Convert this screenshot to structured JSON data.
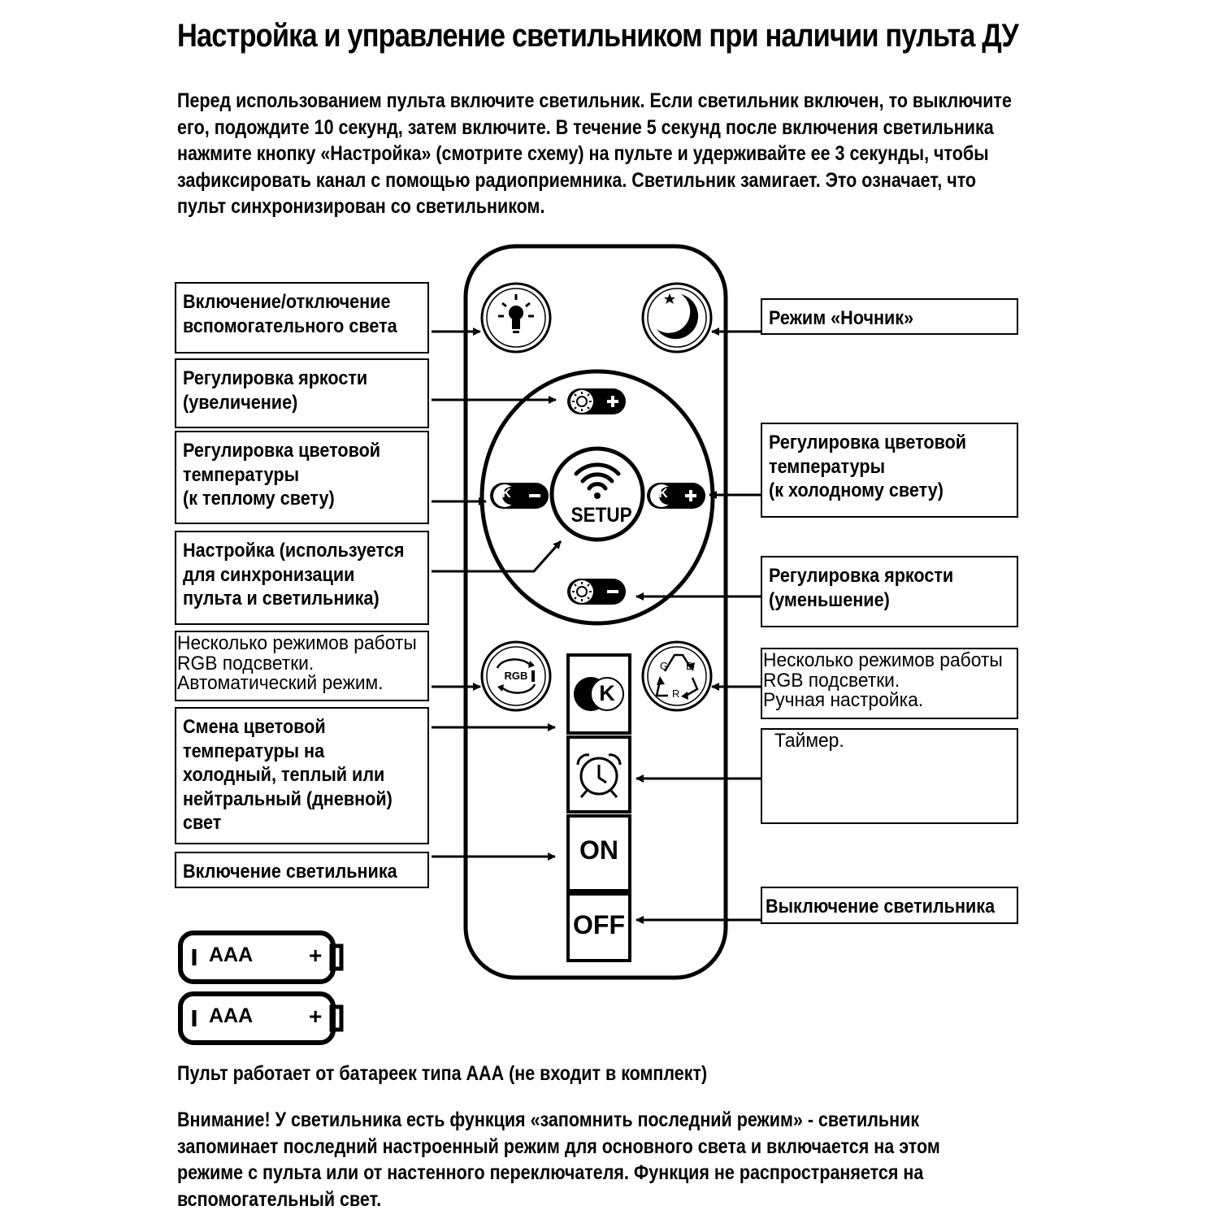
{
  "title": "Настройка и управление светильником при наличии пульта ДУ",
  "intro": [
    "Перед использованием пульта включите светильник. Если светильник включен, то выключите",
    "его, подождите 10 секунд, затем включите. В течение 5 секунд после включения светильника",
    "нажмите кнопку «Настройка» (смотрите схему) на пульте и удерживайте ее 3 секунды, чтобы",
    "зафиксировать канал с помощью радиоприемника. Светильник замигает. Это означает, что",
    "пульт синхронизирован со светильником."
  ],
  "labels_left": [
    {
      "id": "aux-light",
      "text": "Включение/отключение\nвспомогательного света"
    },
    {
      "id": "brightness-up",
      "text": "Регулировка яркости\n(увеличение)"
    },
    {
      "id": "temp-warm",
      "text": "Регулировка цветовой\nтемпературы\n(к теплому свету)"
    },
    {
      "id": "setup",
      "text": "Настройка (используется\nдля синхронизации\nпульта и светильника)"
    },
    {
      "id": "rgb-auto",
      "text": "Несколько режимов работы\nRGB подсветки.\nАвтоматический режим."
    },
    {
      "id": "temp-change",
      "text": "Смена цветовой\nтемпературы на\nхолодный, теплый или\nнейтральный (дневной)\nсвет"
    },
    {
      "id": "power-on",
      "text": "Включение светильника"
    }
  ],
  "labels_right": [
    {
      "id": "night-mode",
      "text": "Режим «Ночник»"
    },
    {
      "id": "temp-cold",
      "text": "Регулировка цветовой\nтемпературы\n(к холодному свету)"
    },
    {
      "id": "brightness-down",
      "text": "Регулировка яркости\n(уменьшение)"
    },
    {
      "id": "rgb-manual",
      "text": "Несколько режимов работы\nRGB подсветки.\nРучная настройка."
    },
    {
      "id": "timer",
      "text": "Таймер."
    },
    {
      "id": "power-off",
      "text": "Выключение светильника"
    }
  ],
  "remote": {
    "setup_label": "SETUP",
    "rgb_label": "RGB",
    "k_label": "K",
    "on_label": "ON",
    "off_label": "OFF",
    "g_letter": "G",
    "b_letter": "B",
    "r_letter": "R"
  },
  "battery_label": "AAA",
  "battery_note": "Пульт работает от батареек типа ААА (не входит в комплект)",
  "warning": [
    "Внимание! У светильника есть функция «запомнить последний режим» - светильник",
    "запоминает последний настроенный режим для основного света и включается на этом",
    "режиме с пульта или от настенного переключателя. Функция не распространяется на",
    "вспомогательный свет."
  ]
}
